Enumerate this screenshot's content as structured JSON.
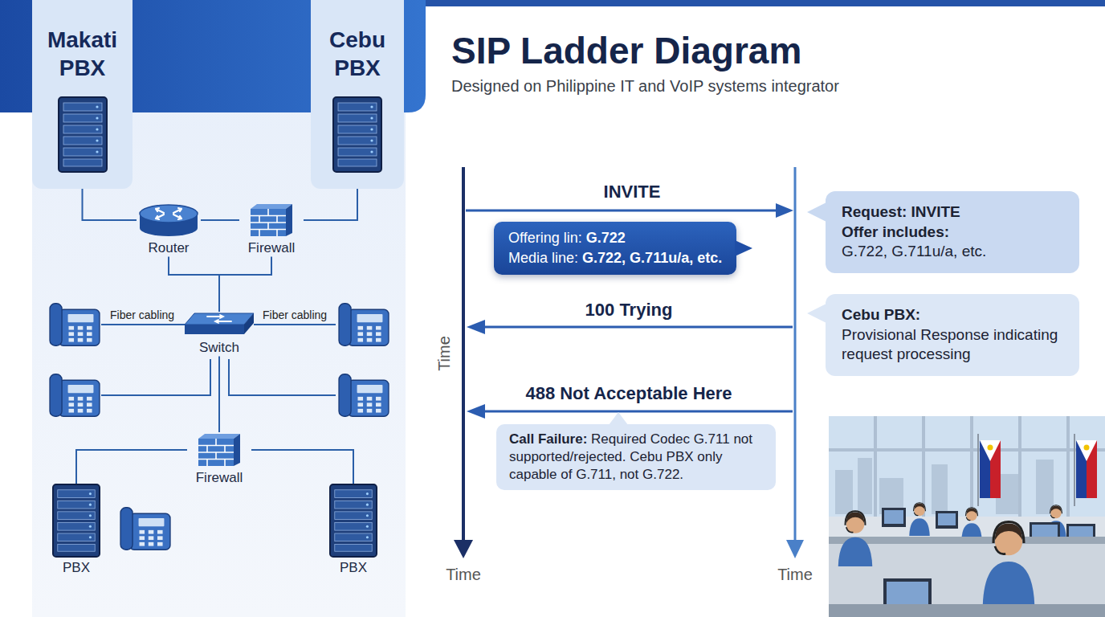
{
  "diagram": {
    "title": "SIP Ladder Diagram",
    "nodes": [
      {
        "text": [
          "Makati PBX"
        ]
      },
      {
        "text": [
          "Cebu PBX"
        ]
      },
      {
        "text": [
          "Router"
        ]
      },
      {
        "text": [
          "Firewall"
        ]
      },
      {
        "text": [
          "Switch"
        ]
      },
      {
        "text": [
          "Firewall"
        ]
      },
      {
        "text": [
          "PBX"
        ]
      },
      {
        "text": [
          "PBX"
        ]
      },
      {
        "text": [
          "Offering lin:",
          "G.722",
          "Media line:",
          "G.722, G.711u/a, etc."
        ]
      },
      {
        "text": [
          "Request: INVITE",
          "Offer includes:",
          "G.722, G.711u/a, etc."
        ]
      },
      {
        "text": [
          "Cebu PBX:",
          "Provisional Response indicating request processing"
        ]
      },
      {
        "text": [
          "Call Failure:",
          "Required Codec G.711 not supported/rejected. Cebu PBX only capable of G.711, not G.722."
        ]
      }
    ],
    "edges": [
      {
        "from": 0,
        "to": 2,
        "arrow": "none"
      },
      {
        "from": 2,
        "to": 3,
        "arrow": "none"
      },
      {
        "from": 1,
        "to": 3,
        "arrow": "none"
      },
      {
        "from": 2,
        "to": 4,
        "arrow": "none"
      },
      {
        "from": 3,
        "to": 4,
        "arrow": "none"
      },
      {
        "from": 4,
        "to": 5,
        "arrow": "none"
      },
      {
        "from": 5,
        "to": 6,
        "arrow": "none"
      },
      {
        "from": 5,
        "to": 7,
        "arrow": "none"
      }
    ],
    "labels": [
      "Designed on Philippine IT and VoIP systems integrator",
      "INVITE",
      "100 Trying",
      "488 Not Acceptable Here",
      "Time",
      "Time",
      "Time",
      "Fiber cabling",
      "Fiber cabling"
    ]
  }
}
